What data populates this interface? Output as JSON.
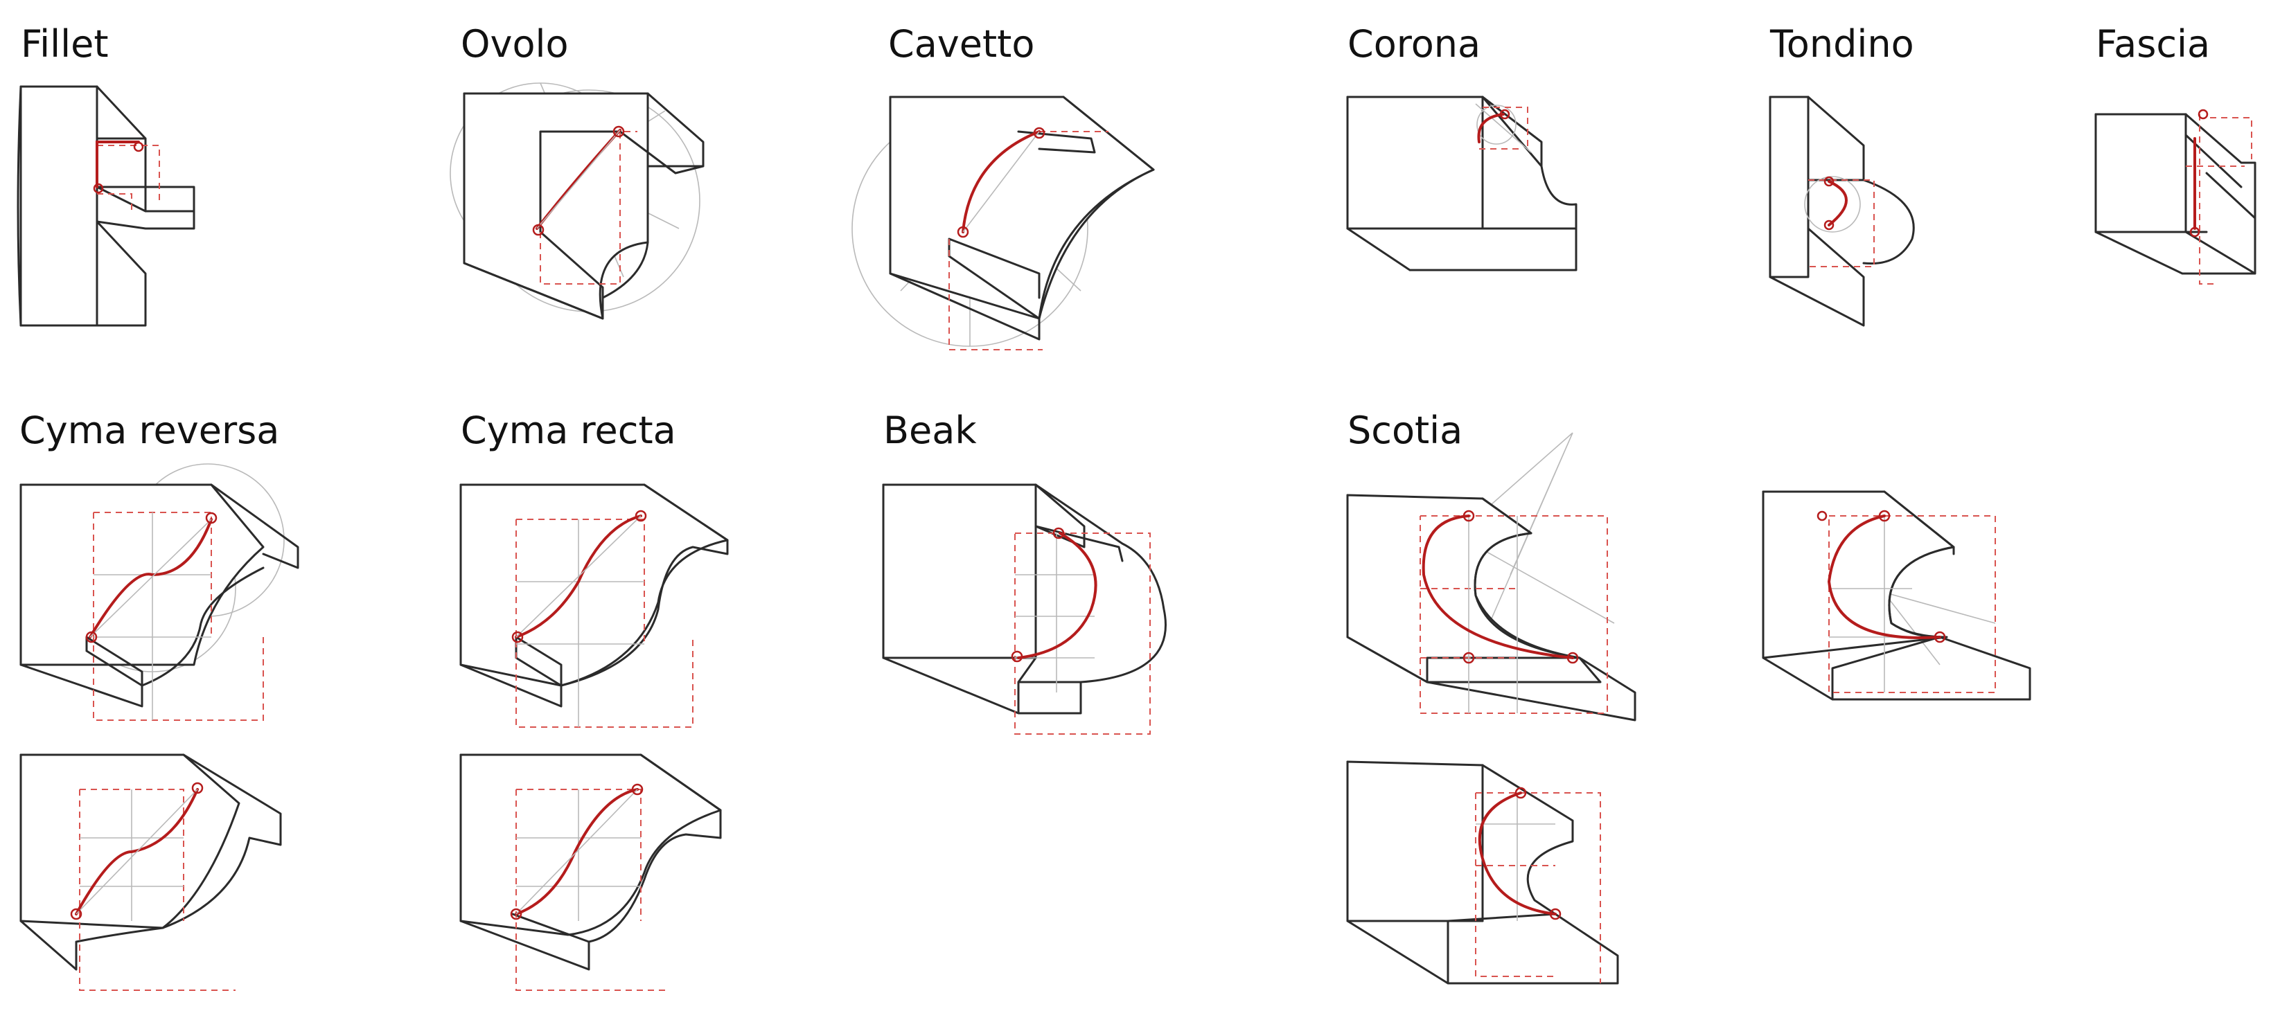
{
  "moldings": [
    {
      "id": "fillet",
      "label": "Fillet"
    },
    {
      "id": "ovolo",
      "label": "Ovolo"
    },
    {
      "id": "cavetto",
      "label": "Cavetto"
    },
    {
      "id": "corona",
      "label": "Corona"
    },
    {
      "id": "tondino",
      "label": "Tondino"
    },
    {
      "id": "fascia",
      "label": "Fascia"
    },
    {
      "id": "cyma-reversa",
      "label": "Cyma reversa"
    },
    {
      "id": "cyma-recta",
      "label": "Cyma recta"
    },
    {
      "id": "beak",
      "label": "Beak"
    },
    {
      "id": "scotia",
      "label": "Scotia"
    }
  ],
  "colors": {
    "outline": "#2b2b2b",
    "profile": "#b51c1c",
    "construction_dash": "#d9534f",
    "guide": "#b9b9b9",
    "background": "#ffffff"
  }
}
